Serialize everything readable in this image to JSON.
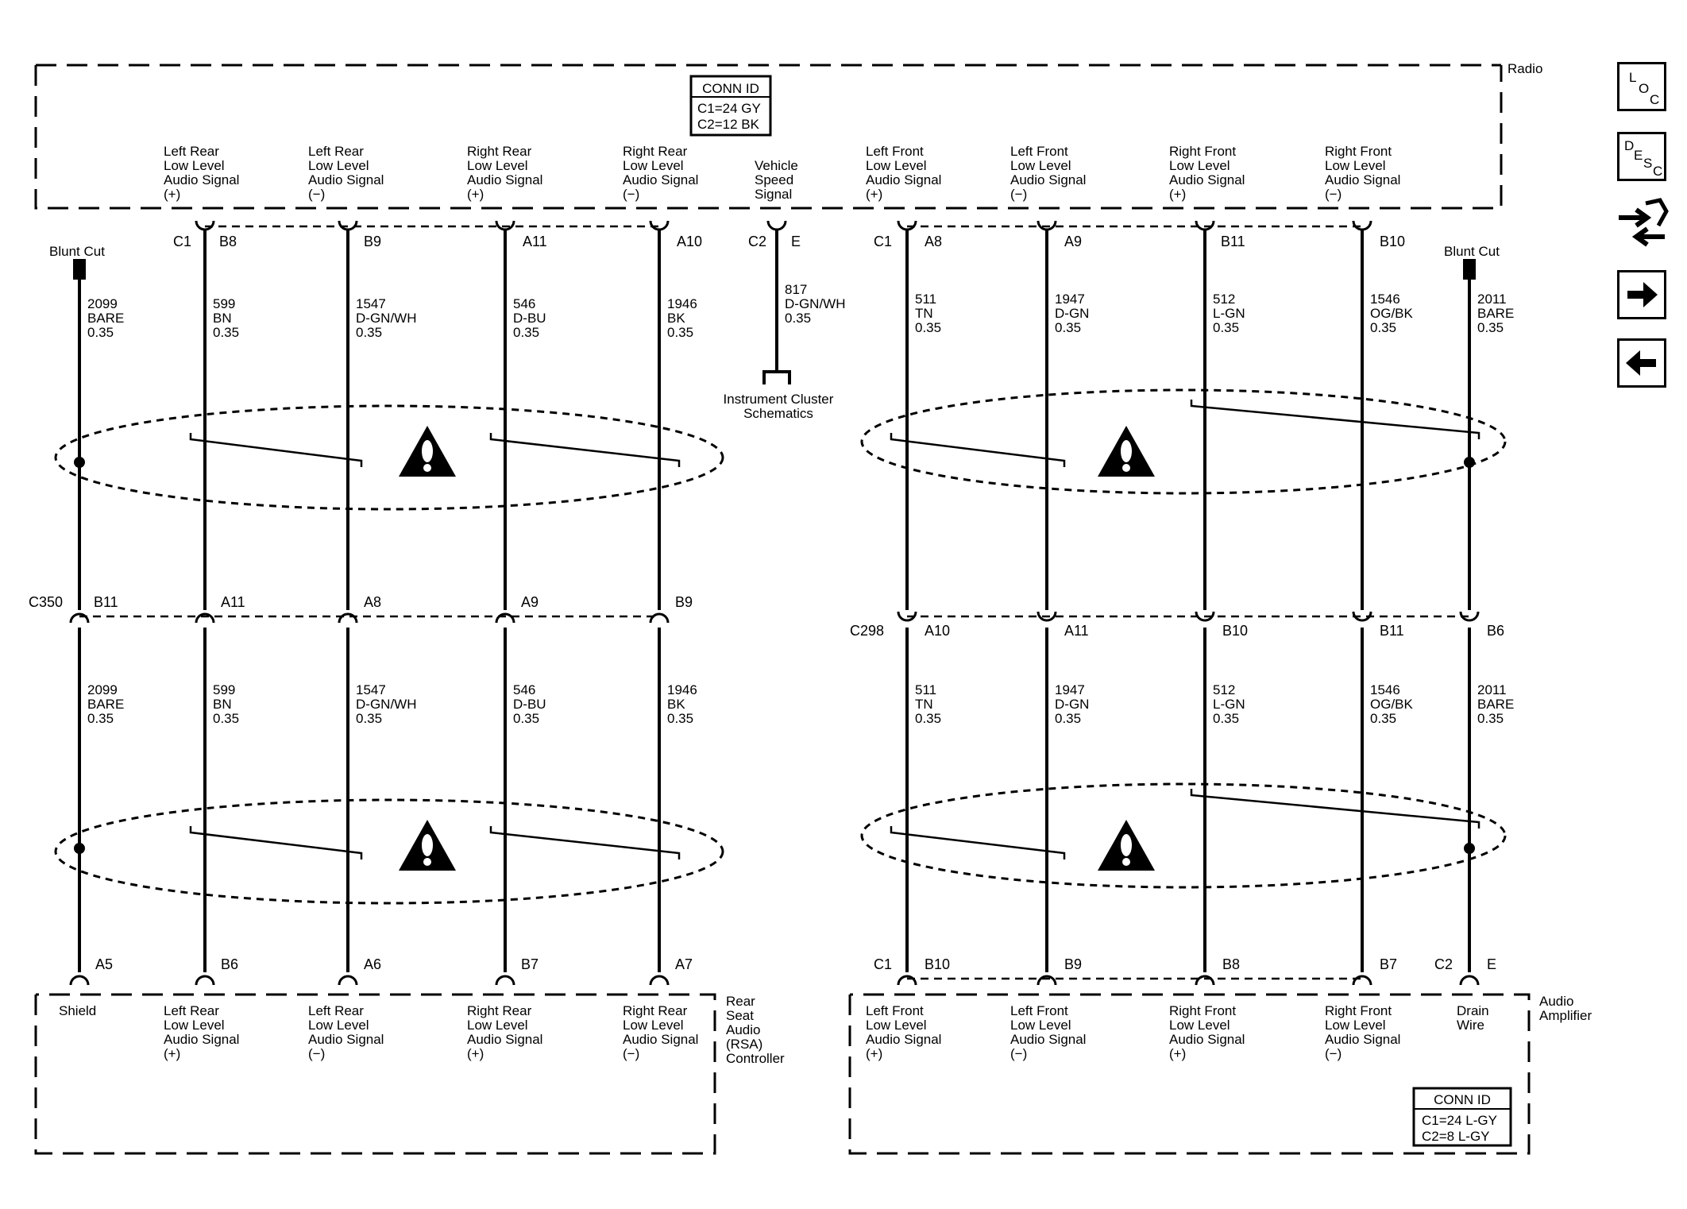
{
  "radio": {
    "name": "Radio",
    "conn_id": {
      "title": "CONN ID",
      "lines": [
        "C1=24 GY",
        "C2=12 BK"
      ]
    },
    "signals": [
      {
        "lines": [
          "Left Rear",
          "Low Level",
          "Audio Signal",
          "(+)"
        ]
      },
      {
        "lines": [
          "Left Rear",
          "Low Level",
          "Audio Signal",
          "(−)"
        ]
      },
      {
        "lines": [
          "Right Rear",
          "Low Level",
          "Audio Signal",
          "(+)"
        ]
      },
      {
        "lines": [
          "Right Rear",
          "Low Level",
          "Audio Signal",
          "(−)"
        ]
      },
      {
        "lines": [
          "Vehicle",
          "Speed",
          "Signal"
        ]
      },
      {
        "lines": [
          "Left Front",
          "Low Level",
          "Audio Signal",
          "(+)"
        ]
      },
      {
        "lines": [
          "Left Front",
          "Low Level",
          "Audio Signal",
          "(−)"
        ]
      },
      {
        "lines": [
          "Right Front",
          "Low Level",
          "Audio Signal",
          "(+)"
        ]
      },
      {
        "lines": [
          "Right Front",
          "Low Level",
          "Audio Signal",
          "(−)"
        ]
      }
    ],
    "connector_labels": [
      "C1",
      "C2",
      "C1"
    ],
    "pins": [
      "B8",
      "B9",
      "A11",
      "A10",
      "E",
      "A8",
      "A9",
      "B11",
      "B10"
    ]
  },
  "blunt_cut": "Blunt Cut",
  "upper_wires_left": [
    {
      "lines": [
        "2099",
        "BARE",
        "0.35"
      ]
    },
    {
      "lines": [
        "599",
        "BN",
        "0.35"
      ]
    },
    {
      "lines": [
        "1547",
        "D-GN/WH",
        "0.35"
      ]
    },
    {
      "lines": [
        "546",
        "D-BU",
        "0.35"
      ]
    },
    {
      "lines": [
        "1946",
        "BK",
        "0.35"
      ]
    }
  ],
  "vss_wire": {
    "lines": [
      "817",
      "D-GN/WH",
      "0.35"
    ]
  },
  "vss_ref": {
    "lines": [
      "Instrument Cluster",
      "Schematics"
    ]
  },
  "upper_wires_right": [
    {
      "lines": [
        "511",
        "TN",
        "0.35"
      ]
    },
    {
      "lines": [
        "1947",
        "D-GN",
        "0.35"
      ]
    },
    {
      "lines": [
        "512",
        "L-GN",
        "0.35"
      ]
    },
    {
      "lines": [
        "1546",
        "OG/BK",
        "0.35"
      ]
    },
    {
      "lines": [
        "2011",
        "BARE",
        "0.35"
      ]
    }
  ],
  "inline_left": {
    "name": "C350",
    "pins": [
      "B11",
      "A11",
      "A8",
      "A9",
      "B9"
    ]
  },
  "inline_right": {
    "name": "C298",
    "pins": [
      "A10",
      "A11",
      "B10",
      "B11",
      "B6"
    ]
  },
  "lower_wires_left": [
    {
      "lines": [
        "2099",
        "BARE",
        "0.35"
      ]
    },
    {
      "lines": [
        "599",
        "BN",
        "0.35"
      ]
    },
    {
      "lines": [
        "1547",
        "D-GN/WH",
        "0.35"
      ]
    },
    {
      "lines": [
        "546",
        "D-BU",
        "0.35"
      ]
    },
    {
      "lines": [
        "1946",
        "BK",
        "0.35"
      ]
    }
  ],
  "lower_wires_right": [
    {
      "lines": [
        "511",
        "TN",
        "0.35"
      ]
    },
    {
      "lines": [
        "1947",
        "D-GN",
        "0.35"
      ]
    },
    {
      "lines": [
        "512",
        "L-GN",
        "0.35"
      ]
    },
    {
      "lines": [
        "1546",
        "OG/BK",
        "0.35"
      ]
    },
    {
      "lines": [
        "2011",
        "BARE",
        "0.35"
      ]
    }
  ],
  "rsa": {
    "name_lines": [
      "Rear",
      "Seat",
      "Audio",
      "(RSA)",
      "Controller"
    ],
    "pins": [
      "A5",
      "B6",
      "A6",
      "B7",
      "A7"
    ],
    "signals": [
      {
        "lines": [
          "Shield"
        ]
      },
      {
        "lines": [
          "Left Rear",
          "Low Level",
          "Audio Signal",
          "(+)"
        ]
      },
      {
        "lines": [
          "Left Rear",
          "Low Level",
          "Audio Signal",
          "(−)"
        ]
      },
      {
        "lines": [
          "Right Rear",
          "Low Level",
          "Audio Signal",
          "(+)"
        ]
      },
      {
        "lines": [
          "Right Rear",
          "Low Level",
          "Audio Signal",
          "(−)"
        ]
      }
    ]
  },
  "amplifier": {
    "name_lines": [
      "Audio",
      "Amplifier"
    ],
    "connector_labels": [
      "C1",
      "C2"
    ],
    "pins": [
      "B10",
      "B9",
      "B8",
      "B7",
      "E"
    ],
    "signals": [
      {
        "lines": [
          "Left Front",
          "Low Level",
          "Audio Signal",
          "(+)"
        ]
      },
      {
        "lines": [
          "Left Front",
          "Low Level",
          "Audio Signal",
          "(−)"
        ]
      },
      {
        "lines": [
          "Right Front",
          "Low Level",
          "Audio Signal",
          "(+)"
        ]
      },
      {
        "lines": [
          "Right Front",
          "Low Level",
          "Audio Signal",
          "(−)"
        ]
      },
      {
        "lines": [
          "Drain",
          "Wire"
        ]
      }
    ],
    "conn_id": {
      "title": "CONN ID",
      "lines": [
        "C1=24 L-GY",
        "C2=8 L-GY"
      ]
    }
  },
  "nav": {
    "loc": [
      "L",
      "O",
      "C"
    ],
    "desc": [
      "D",
      "E",
      "S",
      "C"
    ]
  }
}
